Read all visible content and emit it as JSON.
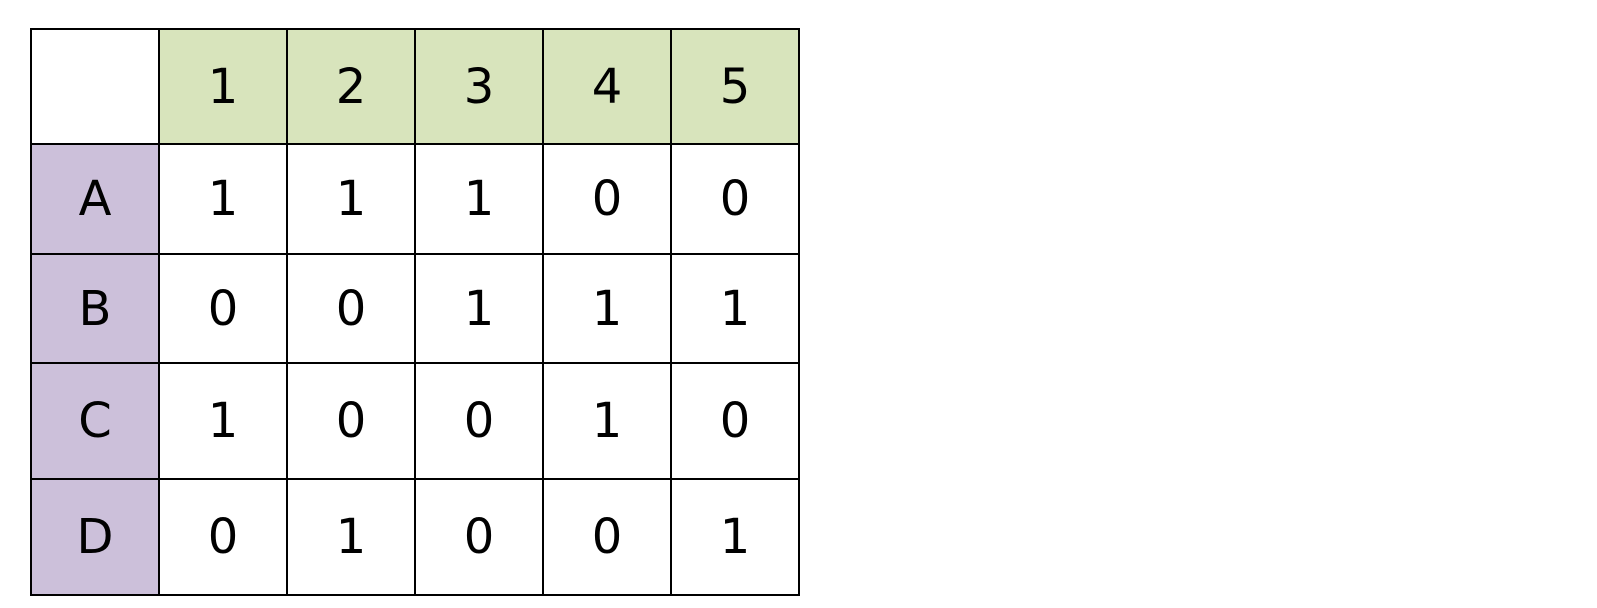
{
  "colors": {
    "column_header_bg": "#d8e4bc",
    "row_header_bg": "#ccc0da",
    "cell_bg": "#ffffff",
    "border": "#000000"
  },
  "table": {
    "corner": "",
    "column_headers": [
      "1",
      "2",
      "3",
      "4",
      "5"
    ],
    "rows": [
      {
        "label": "A",
        "cells": [
          "1",
          "1",
          "1",
          "0",
          "0"
        ]
      },
      {
        "label": "B",
        "cells": [
          "0",
          "0",
          "1",
          "1",
          "1"
        ]
      },
      {
        "label": "C",
        "cells": [
          "1",
          "0",
          "0",
          "1",
          "0"
        ]
      },
      {
        "label": "D",
        "cells": [
          "0",
          "1",
          "0",
          "0",
          "1"
        ]
      }
    ]
  }
}
